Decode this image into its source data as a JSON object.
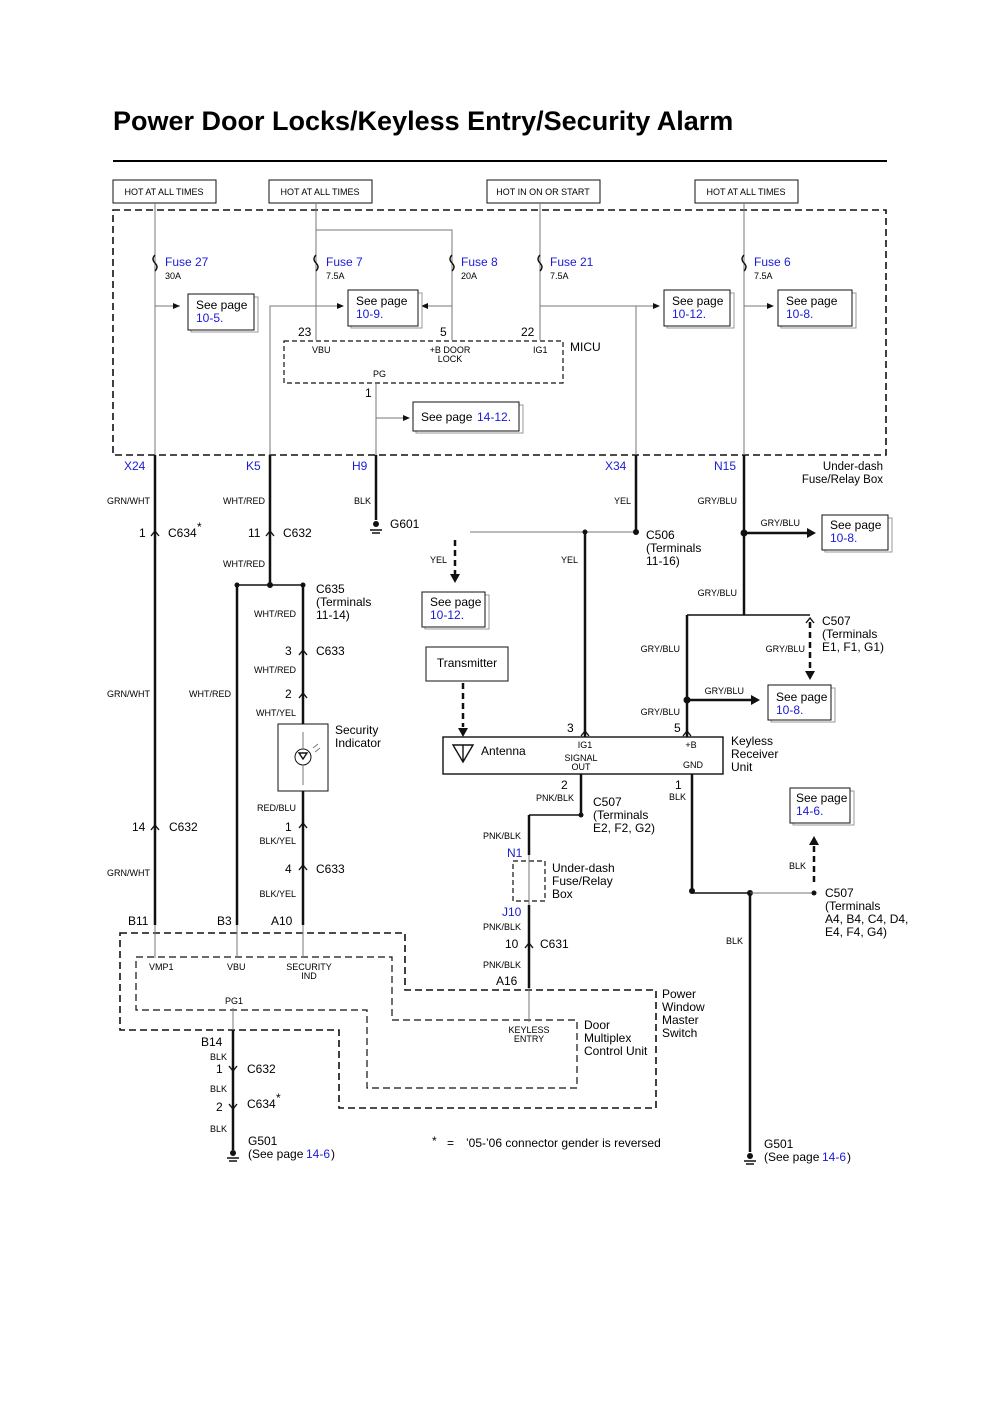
{
  "title": "Power Door Locks/Keyless Entry/Security Alarm",
  "hot_labels": [
    "HOT AT ALL TIMES",
    "HOT AT ALL TIMES",
    "HOT IN ON OR START",
    "HOT AT ALL TIMES"
  ],
  "fuses": [
    {
      "name": "Fuse 27",
      "amps": "30A"
    },
    {
      "name": "Fuse 7",
      "amps": "7.5A"
    },
    {
      "name": "Fuse 8",
      "amps": "20A"
    },
    {
      "name": "Fuse 21",
      "amps": "7.5A"
    },
    {
      "name": "Fuse 6",
      "amps": "7.5A"
    }
  ],
  "see_page": "See page",
  "page_refs": {
    "p10_5": "10-5.",
    "p10_9": "10-9.",
    "p10_12": "10-12.",
    "p10_8": "10-8.",
    "p14_12": "14-12.",
    "p10_12b": "10-12.",
    "p10_8b": "10-8.",
    "p10_8c": "10-8.",
    "p14_6": "14-6."
  },
  "micu": {
    "name": "MICU",
    "pins": [
      "23",
      "5",
      "22",
      "1"
    ],
    "terms": [
      "VBU",
      "+B DOOR",
      "LOCK",
      "IG1",
      "PG"
    ]
  },
  "underdash": {
    "line1": "Under-dash",
    "line2": "Fuse/Relay Box"
  },
  "terminals_top": [
    "X24",
    "K5",
    "H9",
    "X34",
    "N15"
  ],
  "wire_colors": {
    "grn_wht": "GRN/WHT",
    "wht_red": "WHT/RED",
    "blk": "BLK",
    "yel": "YEL",
    "gry_blu": "GRY/BLU",
    "wht_yel": "WHT/YEL",
    "red_blu": "RED/BLU",
    "blk_yel": "BLK/YEL",
    "pnk_blk": "PNK/BLK"
  },
  "connectors": {
    "c634_1": "1",
    "c634": "C634",
    "star": "*",
    "c632_11": "11",
    "c632": "C632",
    "g601": "G601",
    "c506": "C506",
    "c506_terms": "(Terminals",
    "c506_range": "11-16)",
    "c635": "C635",
    "c635_terms": "(Terminals",
    "c635_range": "11-14)",
    "c633_3": "3",
    "c633": "C633",
    "c633_2": "2",
    "c507_top": "C507",
    "c507_top_t": "(Terminals",
    "c507_top_r": "E1, F1, G1)",
    "c632_14": "14",
    "c633_1": "1",
    "c633_4": "4",
    "c507_mid": "C507",
    "c507_mid_t": "(Terminals",
    "c507_mid_r": "E2, F2, G2)",
    "c507_bot": "C507",
    "c507_bot_t": "(Terminals",
    "c507_bot_r1": "A4, B4, C4, D4,",
    "c507_bot_r2": "E4, F4, G4)",
    "c631_10": "10",
    "c631": "C631",
    "c632_b1": "1",
    "c632_b": "C632",
    "c634_b2": "2",
    "c634_b": "C634",
    "g501": "G501",
    "g501_ref": "(See page",
    "g501_page": "14-6",
    "g501_close": ")"
  },
  "transmitter": "Transmitter",
  "security_indicator": {
    "line1": "Security",
    "line2": "Indicator"
  },
  "keyless_unit": {
    "antenna": "Antenna",
    "ig1": "IG1",
    "signal": "SIGNAL",
    "out": "OUT",
    "plus_b": "+B",
    "gnd": "GND",
    "name1": "Keyless",
    "name2": "Receiver",
    "name3": "Unit",
    "pins": [
      "3",
      "5",
      "2",
      "1"
    ]
  },
  "underdash_small": {
    "l1": "Under-dash",
    "l2": "Fuse/Relay",
    "l3": "Box",
    "n1": "N1",
    "j10": "J10"
  },
  "pwms": {
    "l1": "Power",
    "l2": "Window",
    "l3": "Master",
    "l4": "Switch"
  },
  "dmcu": {
    "l1": "Door",
    "l2": "Multiplex",
    "l3": "Control Unit",
    "keyless1": "KEYLESS",
    "keyless2": "ENTRY"
  },
  "pwms_terminals": [
    "B11",
    "B3",
    "A10",
    "B14",
    "A16"
  ],
  "pwms_terms": [
    "VMP1",
    "VBU",
    "SECURITY",
    "IND",
    "PG1"
  ],
  "footnote": {
    "star": "*",
    "eq": "=",
    "text": "’05-’06 connector gender is reversed"
  }
}
